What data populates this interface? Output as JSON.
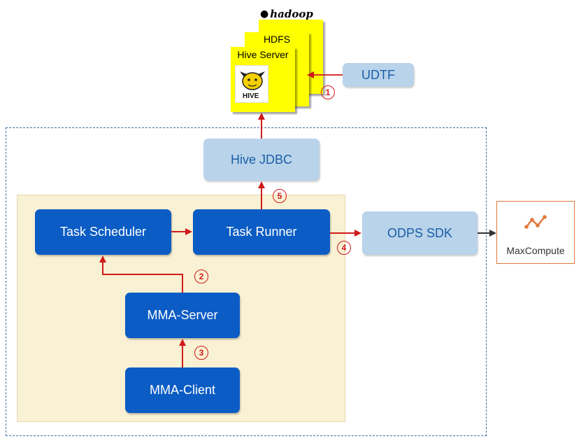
{
  "hadoop": {
    "logo_text": "hadoop",
    "cards": {
      "back": "",
      "middle": "HDFS",
      "front": "Hive Server"
    },
    "hive_logo_text": "HIVE"
  },
  "udtf": {
    "label": "UDTF"
  },
  "hive_jdbc": {
    "label": "Hive JDBC"
  },
  "task_scheduler": {
    "label": "Task Scheduler"
  },
  "task_runner": {
    "label": "Task Runner"
  },
  "odps_sdk": {
    "label": "ODPS SDK"
  },
  "mma_server": {
    "label": "MMA-Server"
  },
  "mma_client": {
    "label": "MMA-Client"
  },
  "maxcompute": {
    "label": "MaxCompute",
    "icon": "maxcompute-logo-icon"
  },
  "steps": {
    "s1": "1",
    "s2": "2",
    "s3": "3",
    "s4": "4",
    "s5": "5"
  },
  "colors": {
    "node_blue": "#0b5cc4",
    "light_node": "#b9d3ea",
    "arrow_red": "#d11a1a",
    "hadoop_yellow": "#ffff00",
    "panel_bg": "#f8f1d3",
    "maxcompute_orange": "#e07a3a"
  }
}
